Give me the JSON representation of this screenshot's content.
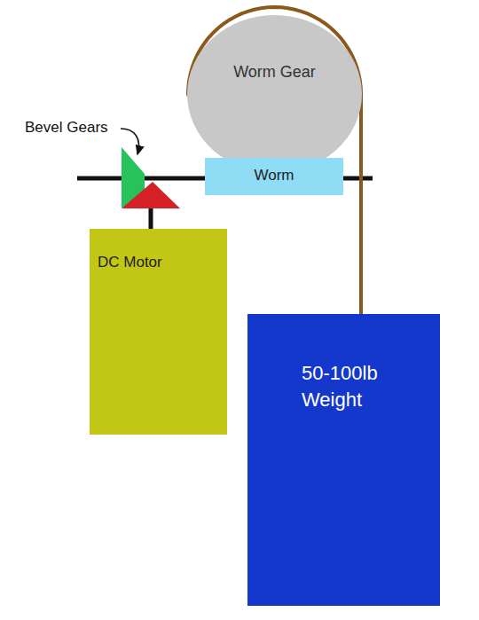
{
  "diagram": {
    "nodes": [
      {
        "text": [
          "Worm Gear"
        ]
      },
      {
        "text": [
          "Worm"
        ]
      },
      {
        "text": [
          "DC Motor"
        ]
      },
      {
        "text": [
          "50-100lb Weight"
        ]
      }
    ],
    "edges": [
      {
        "from": 0,
        "to": 3,
        "arrow": "none"
      }
    ],
    "labels": [
      "Bevel Gears"
    ]
  }
}
